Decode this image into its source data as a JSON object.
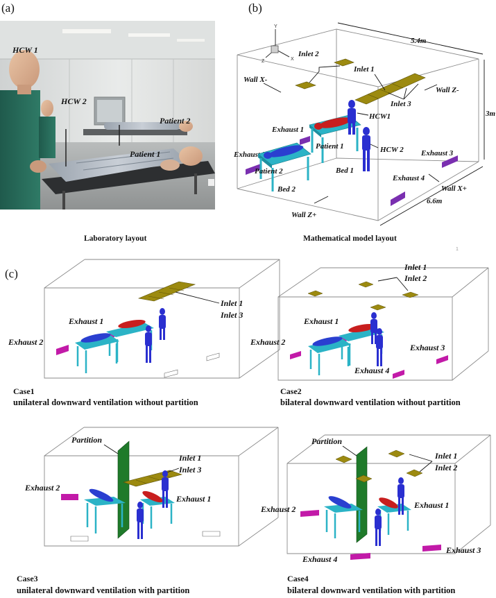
{
  "panels": {
    "a": "(a)",
    "b": "(b)",
    "c": "(c)"
  },
  "photo": {
    "labels": {
      "hcw1": "HCW 1",
      "hcw2": "HCW 2",
      "patient1": "Patient 1",
      "patient2": "Patient 2"
    },
    "caption": "Laboratory layout"
  },
  "model": {
    "axes": {
      "y": "Y",
      "x": "X",
      "z": "Z"
    },
    "dims": {
      "width": "5.4m",
      "height": "3m",
      "depth": "6.6m"
    },
    "labels": {
      "inlet1": "Inlet 1",
      "inlet2": "Inlet 2",
      "inlet3": "Inlet 3",
      "wall_x_minus": "Wall X-",
      "wall_x_plus": "Wall X+",
      "wall_z_minus": "Wall Z-",
      "wall_z_plus": "Wall Z+",
      "exhaust1": "Exhaust 1",
      "exhaust2": "Exhaust 2",
      "exhaust3": "Exhaust 3",
      "exhaust4": "Exhaust 4",
      "patient1": "Patient 1",
      "patient2": "Patient 2",
      "hcw1": "HCW1",
      "hcw2": "HCW 2",
      "bed1": "Bed 1",
      "bed2": "Bed 2"
    },
    "caption": "Mathematical model layout",
    "page_mark": "1"
  },
  "cases": [
    {
      "id": "Case1",
      "description": "unilateral downward ventilation without partition",
      "labels": {
        "inlets": [
          "Inlet 1",
          "Inlet 3"
        ],
        "exhaust1": "Exhaust 1",
        "exhaust2": "Exhaust 2"
      }
    },
    {
      "id": "Case2",
      "description": "bilateral downward ventilation without partition",
      "labels": {
        "inlets": [
          "Inlet 1",
          "Inlet 2"
        ],
        "exhaust1": "Exhaust 1",
        "exhaust2": "Exhaust 2",
        "exhaust3": "Exhaust 3",
        "exhaust4": "Exhaust 4"
      }
    },
    {
      "id": "Case3",
      "description": "unilateral downward ventilation with partition",
      "labels": {
        "partition": "Partition",
        "inlets": [
          "Inlet 1",
          "Inlet 3"
        ],
        "exhaust1": "Exhaust 1",
        "exhaust2": "Exhaust 2"
      }
    },
    {
      "id": "Case4",
      "description": "bilateral downward ventilation with partition",
      "labels": {
        "partition": "Partition",
        "inlets": [
          "Inlet 1",
          "Inlet 2"
        ],
        "exhaust1": "Exhaust 1",
        "exhaust2": "Exhaust 2",
        "exhaust3": "Exhaust 3",
        "exhaust4": "Exhaust 4"
      }
    }
  ],
  "colors": {
    "inlet": "#9c8a10",
    "exhaust_model": "#7a2fb0",
    "exhaust_case": "#c21aa8",
    "bed": "#2bb3c6",
    "hcw": "#2a2fd0",
    "patient_infected": "#c81e1e",
    "patient_other": "#2a3fd0",
    "partition": "#1f7a2a"
  }
}
